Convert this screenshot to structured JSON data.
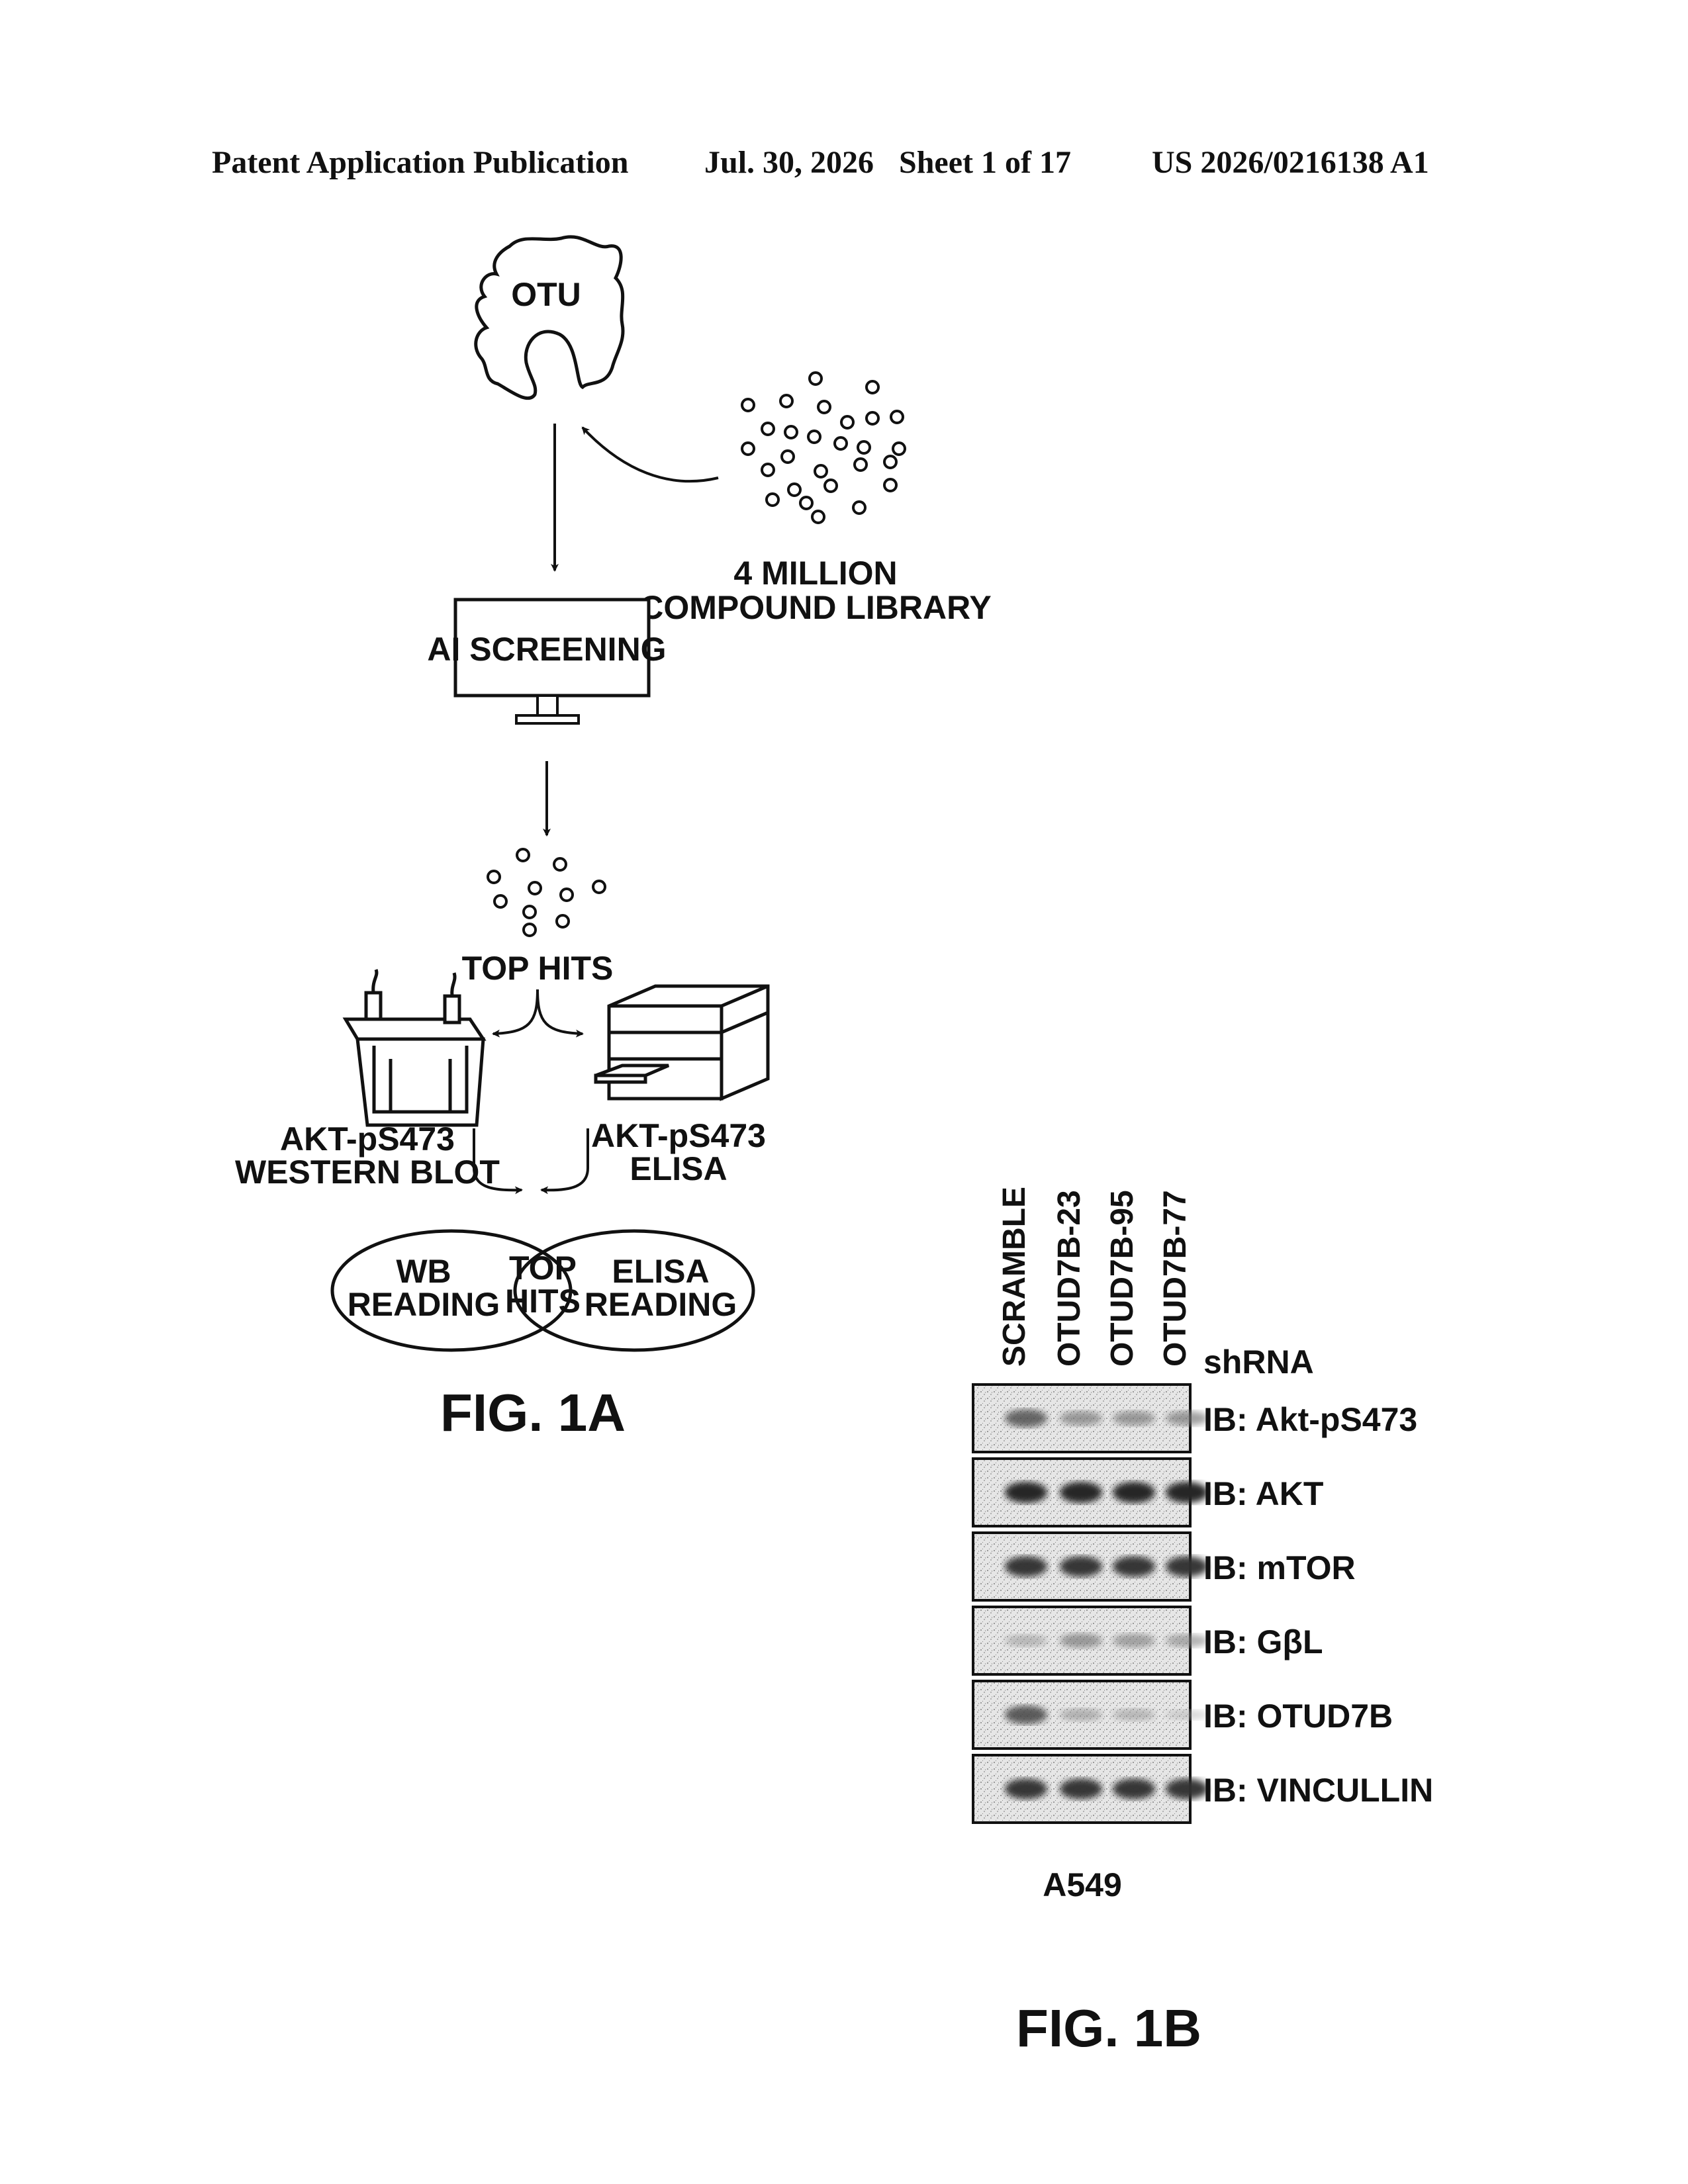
{
  "header": {
    "left": "Patent Application Publication",
    "date": "Jul. 30, 2026",
    "sheet": "Sheet 1 of 17",
    "number": "US 2026/0216138 A1"
  },
  "fig1a": {
    "protein_label": "OTU",
    "library_line1": "4 MILLION",
    "library_line2": "COMPOUND LIBRARY",
    "screening_label": "AI SCREENING",
    "top_hits_label": "TOP HITS",
    "wb_line1": "AKT-pS473",
    "wb_line2": "WESTERN BLOT",
    "elisa_line1": "AKT-pS473",
    "elisa_line2": "ELISA",
    "venn_left_line1": "WB",
    "venn_left_line2": "READING",
    "venn_center_line1": "TOP",
    "venn_center_line2": "HITS",
    "venn_right_line1": "ELISA",
    "venn_right_line2": "READING",
    "caption": "FIG. 1A"
  },
  "fig1b": {
    "lanes": [
      "SCRAMBLE",
      "OTUD7B-23",
      "OTUD7B-95",
      "OTUD7B-77"
    ],
    "shrna_label": "shRNA",
    "cell_line": "A549",
    "caption": "FIG. 1B",
    "blots": [
      {
        "label": "IB: Akt-pS473",
        "intensities": [
          0.75,
          0.5,
          0.5,
          0.5
        ]
      },
      {
        "label": "IB: AKT",
        "intensities": [
          1.0,
          1.0,
          1.0,
          1.0
        ]
      },
      {
        "label": "IB: mTOR",
        "intensities": [
          0.95,
          0.95,
          0.95,
          0.95
        ]
      },
      {
        "label": "IB: GβL",
        "intensities": [
          0.3,
          0.5,
          0.45,
          0.4
        ]
      },
      {
        "label": "IB: OTUD7B",
        "intensities": [
          0.8,
          0.35,
          0.3,
          0.15
        ]
      },
      {
        "label": "IB: VINCULLIN",
        "intensities": [
          0.95,
          0.95,
          0.95,
          0.95
        ]
      }
    ]
  }
}
